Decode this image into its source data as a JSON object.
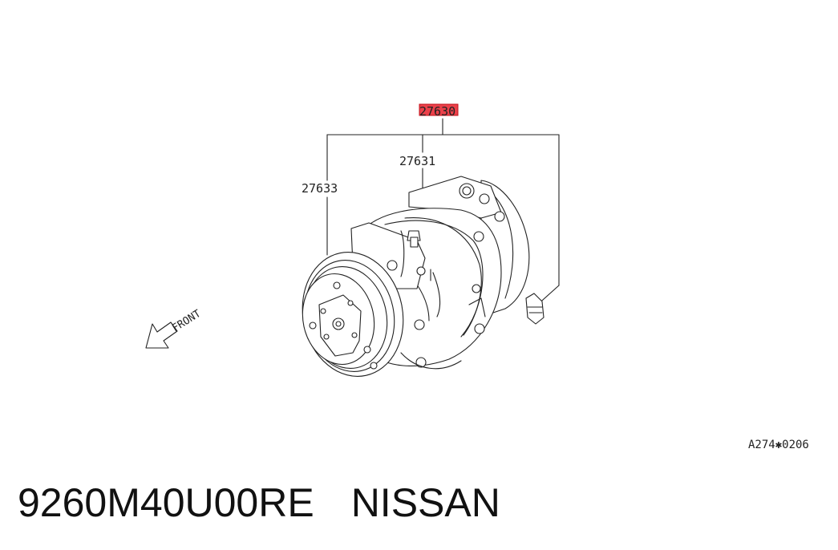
{
  "diagram": {
    "callouts": {
      "main_part": "27630",
      "sub_part_1": "27631",
      "sub_part_2": "27633"
    },
    "direction_label": "FRONT",
    "figure_code": "A274✱0206",
    "highlight_color": "#e8202a"
  },
  "caption": {
    "part_number": "9260M40U00RE",
    "brand": "NISSAN"
  }
}
